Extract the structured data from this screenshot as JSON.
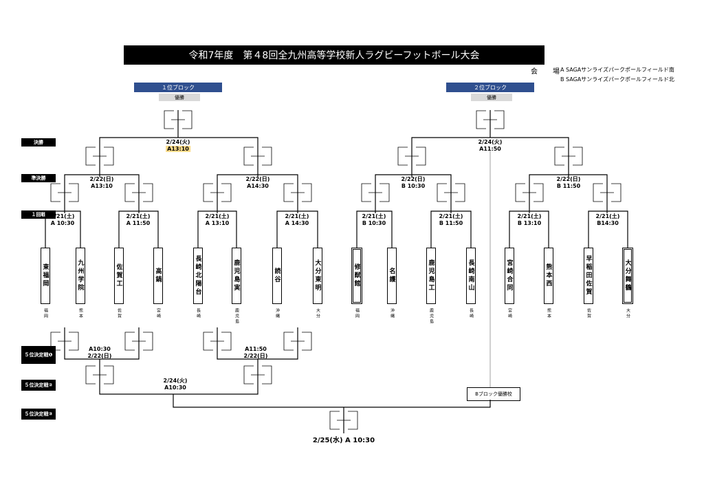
{
  "title": "令和7年度　第４8回全九州高等学校新人ラグビーフットボール大会",
  "venue": {
    "label": "会　場",
    "a": "A SAGAサンライズパークポールフィールド南",
    "b": "B SAGAサンライズパークポールフィールド北"
  },
  "blocks": {
    "block1": {
      "header": "１位ブロック",
      "champion": "優勝"
    },
    "block2": {
      "header": "２位ブロック",
      "champion": "優勝"
    }
  },
  "round_labels": {
    "final": "決勝",
    "semi": "準決勝",
    "first": "１回戦",
    "fifth1": "５位決定戦❶",
    "fifth2": "５位決定戦②",
    "fifth3": "５位決定戦③"
  },
  "matches": {
    "b1_final": {
      "date": "2/24(火)",
      "time": "A13:10"
    },
    "b2_final": {
      "date": "2/24(火)",
      "time": "A11:50"
    },
    "b1_semi_l": {
      "date": "2/22(日)",
      "time": "A13:10"
    },
    "b1_semi_r": {
      "date": "2/22(日)",
      "time": "A14:30"
    },
    "b2_semi_l": {
      "date": "2/22(日)",
      "time": "B 10:30"
    },
    "b2_semi_r": {
      "date": "2/22(日)",
      "time": "B 11:50"
    },
    "r1_1": {
      "date": "2/21(土)",
      "time": "A 10:30"
    },
    "r1_2": {
      "date": "2/21(土)",
      "time": "A 11:50"
    },
    "r1_3": {
      "date": "2/21(土)",
      "time": "A 13:10"
    },
    "r1_4": {
      "date": "2/21(土)",
      "time": "A 14:30"
    },
    "r1_5": {
      "date": "2/21(土)",
      "time": "B 10:30"
    },
    "r1_6": {
      "date": "2/21(土)",
      "time": "B 11:50"
    },
    "r1_7": {
      "date": "2/21(土)",
      "time": "B 13:10"
    },
    "r1_8": {
      "date": "2/21(土)",
      "time": "B14:30"
    },
    "fifth1_l": {
      "time": "A10:30",
      "date": "2/22(日)"
    },
    "fifth1_r": {
      "time": "A11:50",
      "date": "2/22(日)"
    },
    "fifth2": {
      "date": "2/24(火)",
      "time": "A10:30"
    },
    "fifth3": {
      "date_time": "2/25(水)  A 10:30"
    }
  },
  "teams": [
    {
      "name": "東福岡",
      "pref": "福岡"
    },
    {
      "name": "九州学院",
      "pref": "熊本"
    },
    {
      "name": "佐賀工",
      "pref": "佐賀"
    },
    {
      "name": "高鍋",
      "pref": "宮崎"
    },
    {
      "name": "長崎北陽台",
      "pref": "長崎"
    },
    {
      "name": "鹿児島実",
      "pref": "鹿児島"
    },
    {
      "name": "読谷",
      "pref": "沖縄"
    },
    {
      "name": "大分東明",
      "pref": "大分"
    },
    {
      "name": "修猷館",
      "pref": "福岡"
    },
    {
      "name": "名護",
      "pref": "沖縄"
    },
    {
      "name": "鹿児島工",
      "pref": "鹿児島"
    },
    {
      "name": "長崎南山",
      "pref": "長崎"
    },
    {
      "name": "宮崎合同",
      "pref": "宮崎"
    },
    {
      "name": "熊本西",
      "pref": "熊本"
    },
    {
      "name": "早稲田佐賀",
      "pref": "佐賀"
    },
    {
      "name": "大分舞鶴",
      "pref": "大分"
    }
  ],
  "b_block_winner": "Bブロック優勝校"
}
